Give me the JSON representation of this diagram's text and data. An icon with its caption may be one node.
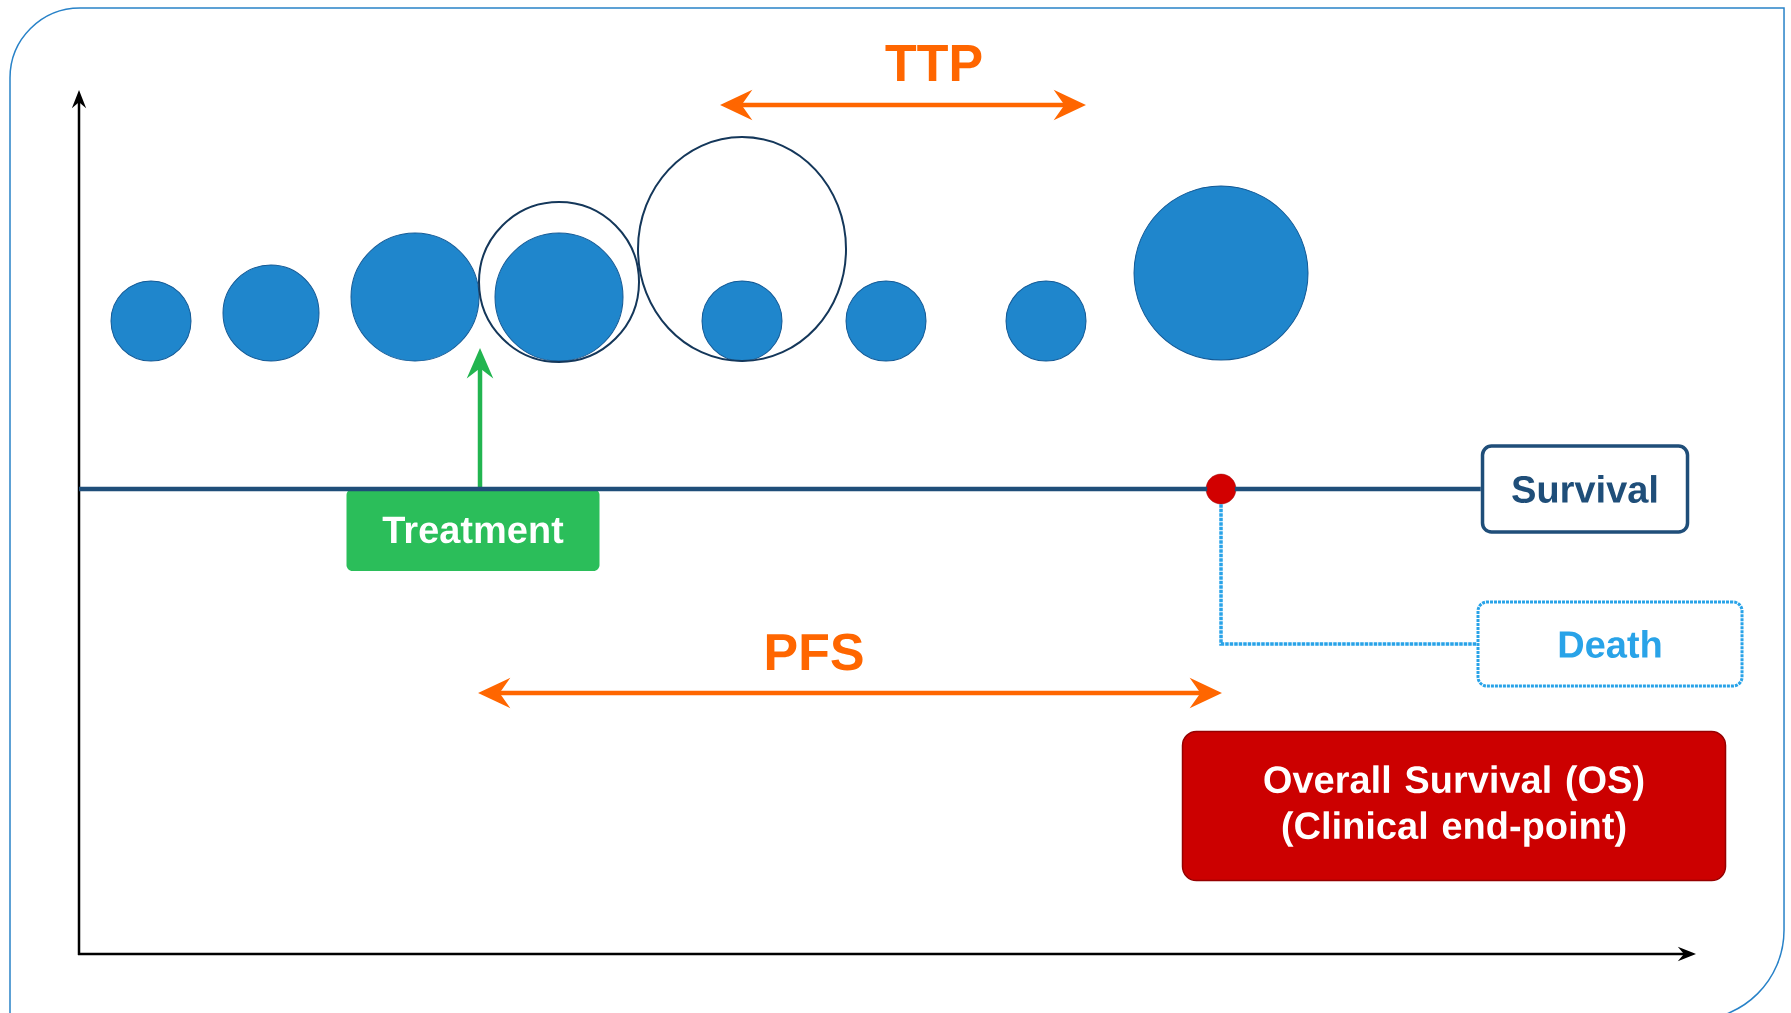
{
  "diagram": {
    "nodes": [
      {
        "text": [
          "Treatment"
        ]
      },
      {
        "text": [],
        "shape": "circle"
      },
      {
        "text": [
          "Survival"
        ]
      },
      {
        "text": [
          "Death"
        ]
      },
      {
        "text": [
          "Overall Survival (OS) (Clinical end-point)"
        ]
      }
    ],
    "edges": [
      {
        "from": 0,
        "to": null,
        "arrow": "to",
        "color": "#22b550"
      },
      {
        "from": null,
        "to": 2,
        "arrow": "none",
        "color": "#1f4e79"
      },
      {
        "from": 1,
        "to": 3,
        "arrow": "none",
        "style": "dashed",
        "color": "#29a3e8"
      }
    ],
    "labels": [
      "TTP",
      "PFS"
    ]
  }
}
